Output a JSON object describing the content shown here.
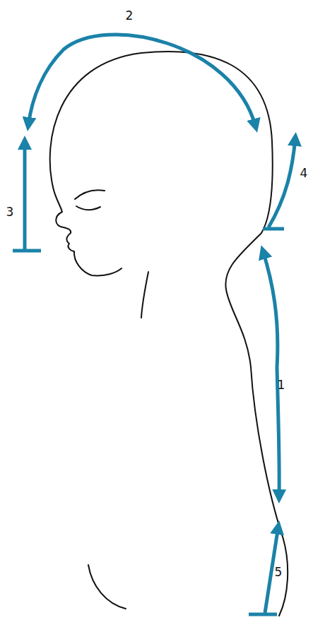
{
  "diagram": {
    "labels": [
      "2",
      "3",
      "4",
      "1",
      "5"
    ]
  }
}
